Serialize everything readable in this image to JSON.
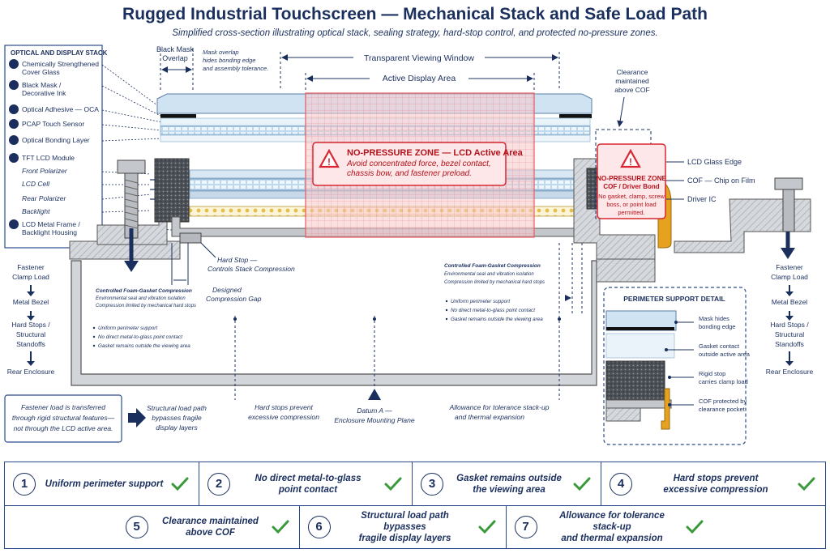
{
  "title": "Rugged Industrial Touchscreen — Mechanical Stack and Safe Load Path",
  "subtitle": "Simplified cross-section illustrating optical stack, sealing strategy, hard-stop control, and protected no-pressure zones.",
  "stack_panel": {
    "heading": "OPTICAL AND DISPLAY STACK",
    "items": [
      {
        "num": "1",
        "lines": [
          "Chemically Strengthened",
          "Cover Glass"
        ]
      },
      {
        "num": "2",
        "lines": [
          "Black Mask /",
          "Decorative Ink"
        ]
      },
      {
        "num": "3",
        "lines": [
          "Optical Adhesive — OCA"
        ]
      },
      {
        "num": "4",
        "lines": [
          "PCAP Touch Sensor"
        ]
      },
      {
        "num": "5",
        "lines": [
          "Optical Bonding Layer"
        ]
      },
      {
        "num": "6",
        "lines": [
          "TFT LCD Module"
        ]
      },
      {
        "num": "7",
        "lines": [
          "LCD Metal Frame /",
          "Backlight Housing"
        ]
      }
    ],
    "sub_items": [
      "Front Polarizer",
      "LCD Cell",
      "Rear Polarizer",
      "Backlight"
    ]
  },
  "top_labels": {
    "black_mask_overlap": [
      "Black Mask",
      "Overlap"
    ],
    "mask_note": [
      "Mask overlap",
      "hides bonding edge",
      "and assembly tolerance."
    ],
    "viewing_window": "Transparent Viewing Window",
    "active_area": "Active Display Area",
    "clearance": [
      "Clearance",
      "maintained",
      "above COF"
    ]
  },
  "no_pressure_main": {
    "title": "NO-PRESSURE ZONE — LCD Active Area",
    "lines": [
      "Avoid concentrated force, bezel contact,",
      "chassis bow, and fastener preload."
    ]
  },
  "no_pressure_cof": {
    "title": "NO-PRESSURE ZONE",
    "subtitle": "COF / Driver Bond",
    "lines": [
      "No gasket, clamp, screw",
      "boss, or point load",
      "permitted."
    ]
  },
  "right_labels": [
    "LCD Glass Edge",
    "COF — Chip on Film",
    "Driver IC"
  ],
  "load_path_left": [
    "Fastener",
    "Clamp Load",
    "Metal Bezel",
    "Hard Stops /",
    "Structural",
    "Standoffs",
    "Rear Enclosure"
  ],
  "load_path_right": [
    "Fastener",
    "Clamp Load",
    "Metal Bezel",
    "Hard Stops /",
    "Structural",
    "Standoffs",
    "Rear Enclosure"
  ],
  "annotations": {
    "hard_stop": [
      "Hard Stop —",
      "Controls Stack Compression"
    ],
    "gasket_left": [
      "Controlled Foam-Gasket Compression",
      "Environmental seal and vibration isolation",
      "Compression limited by mechanical hard stops"
    ],
    "compression_gap": [
      "Designed",
      "Compression Gap"
    ],
    "bullets_left": [
      "Uniform perimeter support",
      "No direct metal-to-glass point contact",
      "Gasket remains outside the viewing area"
    ],
    "gasket_right": [
      "Controlled Foam-Gasket Compression",
      "Environmental seal and vibration isolation",
      "Compression limited by mechanical hard stops"
    ],
    "bullets_right": [
      "Uniform perimeter support",
      "No direct metal-to-glass point contact",
      "Gasket remains outside the viewing area"
    ],
    "fastener_note": [
      "Fastener load is transferred",
      "through rigid structural features—",
      "not through the LCD active area."
    ],
    "structural_bypass": [
      "Structural load path",
      "bypasses fragile",
      "display layers"
    ],
    "hard_stops_prevent": [
      "Hard stops prevent",
      "excessive compression"
    ],
    "datum": [
      "Datum A —",
      "Enclosure Mounting Plane"
    ],
    "tolerance": [
      "Allowance for tolerance stack-up",
      "and thermal expansion"
    ]
  },
  "detail": {
    "title": "PERIMETER SUPPORT DETAIL",
    "labels": [
      [
        "Mask hides",
        "bonding edge"
      ],
      [
        "Gasket contact",
        "outside active area"
      ],
      [
        "Rigid stop",
        "carries clamp load"
      ],
      [
        "COF protected by",
        "clearance pocket"
      ]
    ]
  },
  "checklist": [
    {
      "num": "1",
      "lines": [
        "Uniform perimeter support"
      ]
    },
    {
      "num": "2",
      "lines": [
        "No direct metal-to-glass",
        "point contact"
      ]
    },
    {
      "num": "3",
      "lines": [
        "Gasket remains outside",
        "the viewing area"
      ]
    },
    {
      "num": "4",
      "lines": [
        "Hard stops prevent",
        "excessive compression"
      ]
    },
    {
      "num": "5",
      "lines": [
        "Clearance maintained",
        "above COF"
      ]
    },
    {
      "num": "6",
      "lines": [
        "Structural load path bypasses",
        "fragile display layers"
      ]
    },
    {
      "num": "7",
      "lines": [
        "Allowance for tolerance stack-up",
        "and thermal expansion"
      ]
    }
  ],
  "colors": {
    "navy": "#1b2f5e",
    "red": "#d92630",
    "check_green": "#3a9a3a",
    "glass": "#cfe3f3",
    "metal": "#c9ccd0",
    "foam": "#4a4e55",
    "cof": "#e6a21f"
  }
}
